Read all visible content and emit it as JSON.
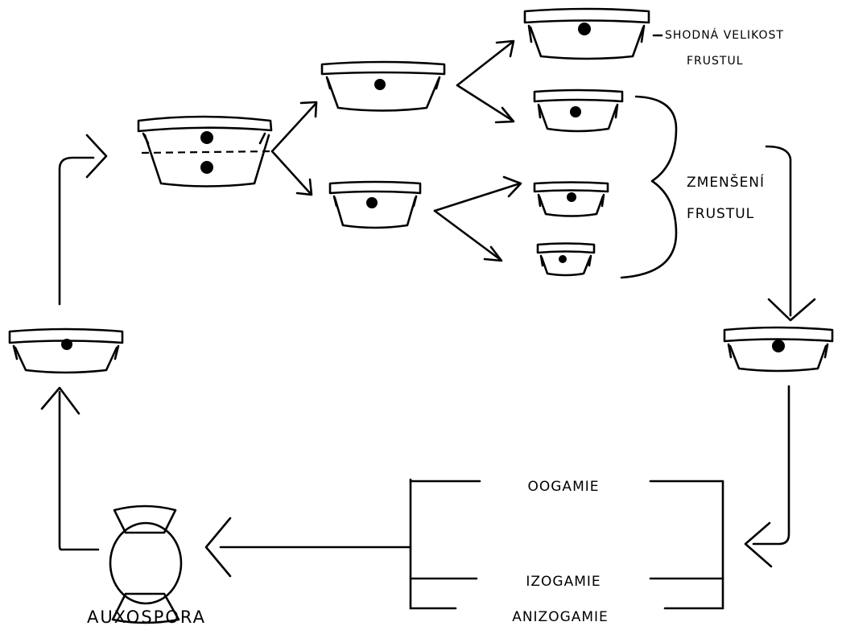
{
  "labels": {
    "same_size_line1": "SHODNÁ VELIKOST",
    "same_size_line2": "FRUSTUL",
    "reduced_line1": "ZMENŠENÍ",
    "reduced_line2": "FRUSTUL",
    "oogamie": "OOGAMIE",
    "izogamie": "IZOGAMIE",
    "anizogamie": "ANIZOGAMIE",
    "auxospora": "AUXOSPORA"
  },
  "colors": {
    "ink": "#000000",
    "background": "#ffffff"
  }
}
